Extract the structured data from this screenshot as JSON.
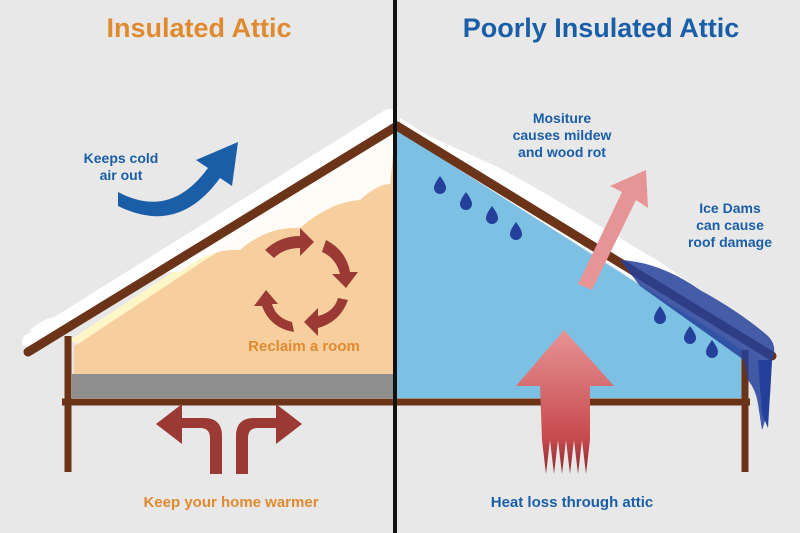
{
  "left": {
    "title": "Insulated Attic",
    "keeps_cold_line1": "Keeps cold",
    "keeps_cold_line2": "air out",
    "reclaim": "Reclaim a room",
    "warmer": "Keep your home warmer"
  },
  "right": {
    "title": "Poorly Insulated Attic",
    "moisture_line1": "Mositure",
    "moisture_line2": "causes mildew",
    "moisture_line3": "and wood rot",
    "ice_line1": "Ice Dams",
    "ice_line2": "can cause",
    "ice_line3": "roof damage",
    "heat_loss": "Heat loss through attic"
  },
  "colors": {
    "background": "#e8e8e8",
    "wood": "#6b3419",
    "insulated_fill": "#f7cf9f",
    "poor_fill": "#7cc1e3",
    "insulation_band": "#8e8e8e",
    "accent_orange": "#e08a30",
    "accent_blue": "#1b5ea8",
    "arrow_red": "#9b3a34",
    "arrow_pink": "#e79496",
    "ice": "#24409a"
  }
}
